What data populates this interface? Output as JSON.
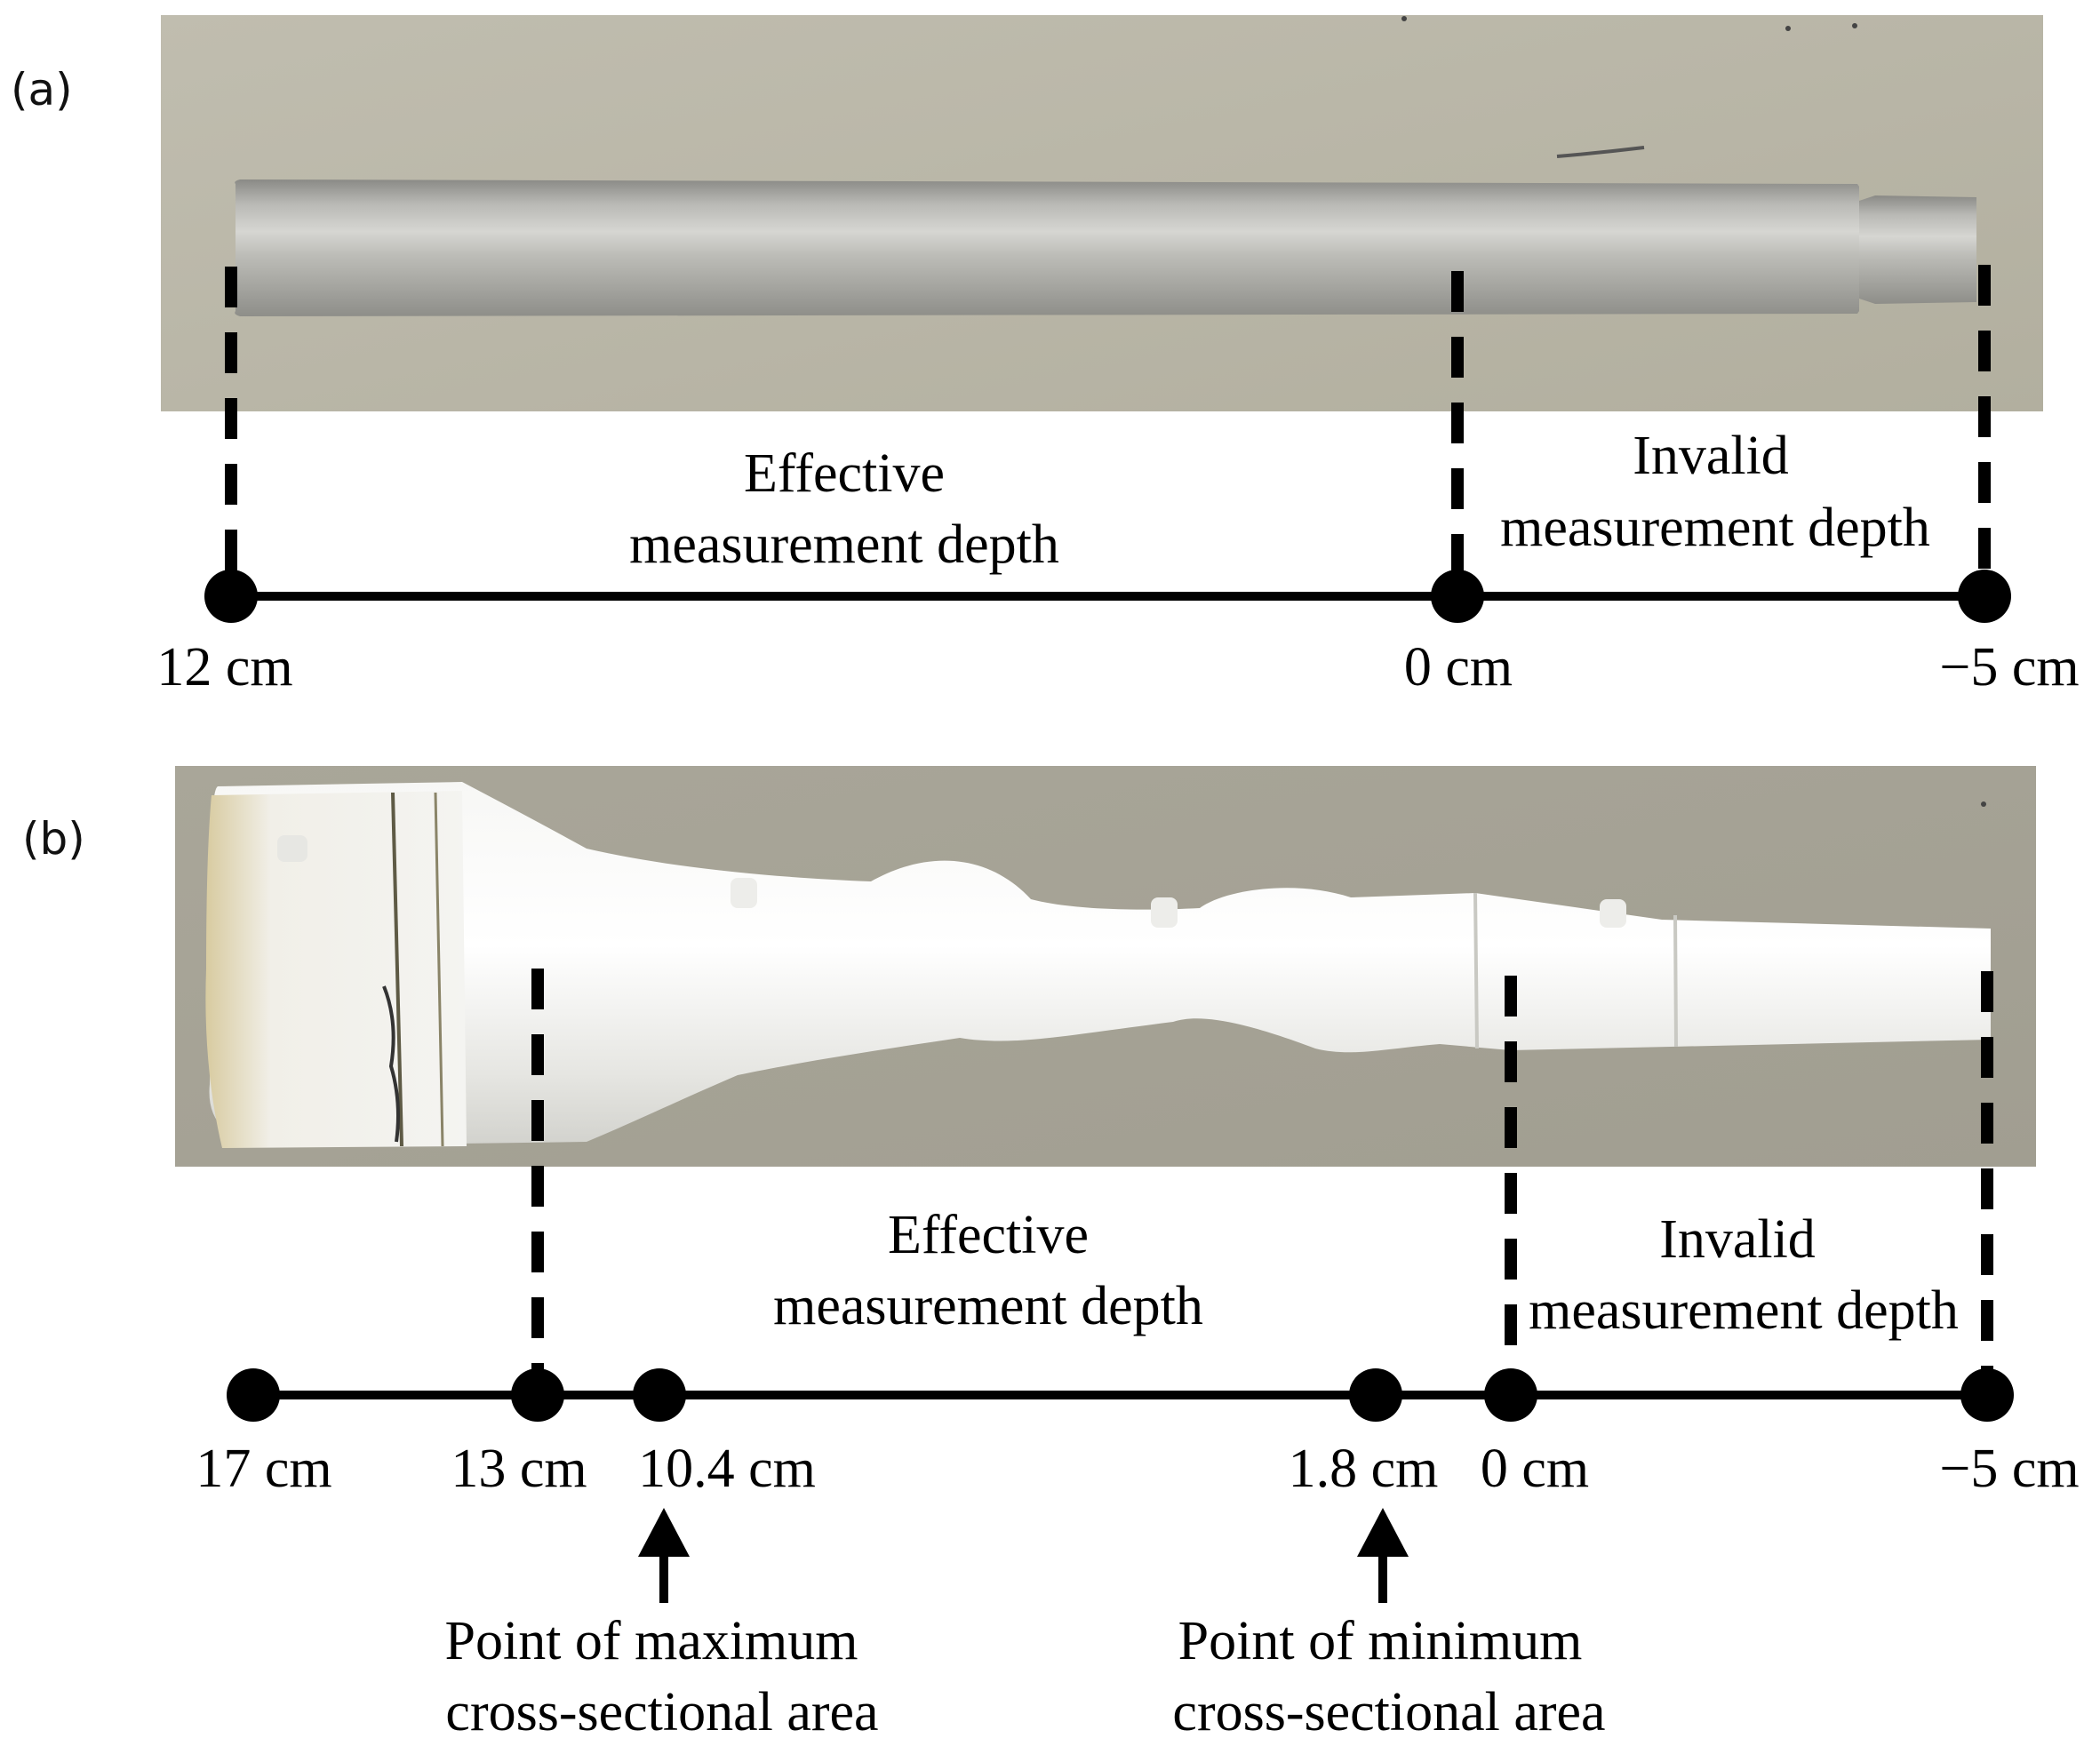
{
  "panel_a": {
    "label": "(a)",
    "regions": {
      "effective": [
        "Effective",
        "measurement depth"
      ],
      "invalid": [
        "Invalid",
        "measurement depth"
      ]
    },
    "ticks": [
      "12 cm",
      "0 cm",
      "−5 cm"
    ]
  },
  "panel_b": {
    "label": "(b)",
    "regions": {
      "effective": [
        "Effective",
        "measurement depth"
      ],
      "invalid": [
        "Invalid",
        "measurement depth"
      ]
    },
    "ticks": [
      "17 cm",
      "13 cm",
      "10.4 cm",
      "1.8 cm",
      "0 cm",
      "−5 cm"
    ],
    "annotations": {
      "max": [
        "Point of maximum",
        "cross-sectional area"
      ],
      "min": [
        "Point of minimum",
        "cross-sectional area"
      ]
    }
  },
  "colors": {
    "line": "#000000",
    "metal_rod": "#a9a9a6",
    "photo_background_a": "#b7b4a6",
    "photo_background_b": "#a7a497",
    "plastic_model": "#ececea"
  }
}
